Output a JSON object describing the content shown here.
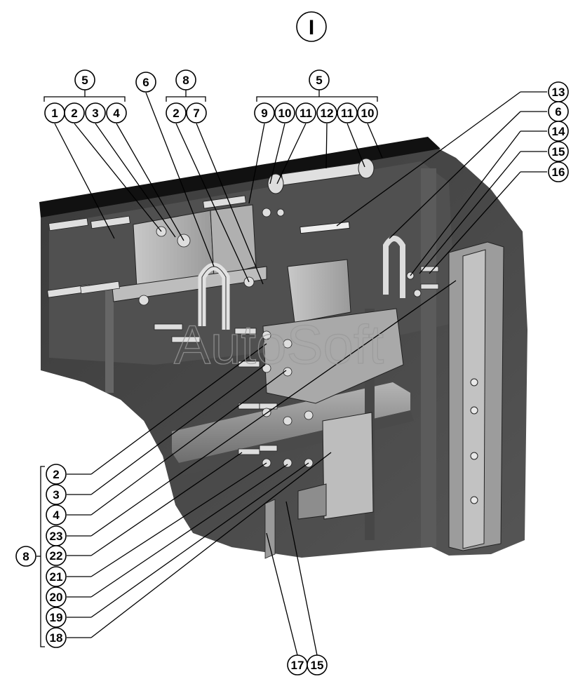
{
  "view_label": "I",
  "watermark": "AutoSoft",
  "callouts": {
    "top": [
      "5",
      "1",
      "2",
      "3",
      "4",
      "6",
      "8",
      "2",
      "7",
      "5",
      "9",
      "10",
      "11",
      "12",
      "11",
      "10"
    ],
    "right": [
      "13",
      "6",
      "14",
      "15",
      "16"
    ],
    "left_group_label": "8",
    "left": [
      "2",
      "3",
      "4",
      "23",
      "22",
      "21",
      "20",
      "19",
      "18"
    ],
    "bottom": [
      "17",
      "15"
    ]
  }
}
